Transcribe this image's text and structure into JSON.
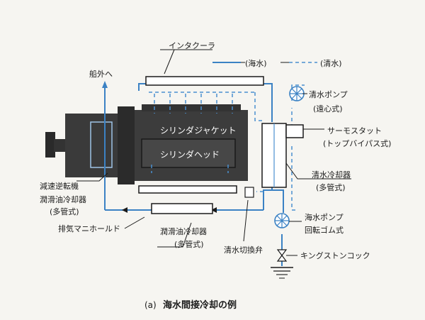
{
  "labels": {
    "intercooler": "インタクーラ",
    "to_outboard": "船外へ",
    "legend_sea": "(海水)",
    "legend_fresh": "(清水)",
    "fw_pump": "清水ポンプ",
    "fw_pump_type": "(遠心式)",
    "thermostat": "サーモスタット",
    "thermostat_type": "(トップバイパス式)",
    "cylinder_jacket": "シリンダジャケット",
    "cylinder_head": "シリンダヘッド",
    "fw_cooler": "清水冷却器",
    "fw_cooler_type": "(多管式)",
    "reduction_gear": "減速逆転機",
    "lo_cooler_left": "潤滑油冷却器",
    "lo_cooler_left_type": "(多管式)",
    "exhaust_manifold": "排気マニホールド",
    "lo_cooler_bottom": "潤滑油冷却器",
    "lo_cooler_bottom_type": "(多管式)",
    "sw_pump": "海水ポンプ",
    "sw_pump_type": "回転ゴム式",
    "fw_changeover_valve": "清水切換弁",
    "kingston_cock": "キングストンコック",
    "caption_prefix": "(a)",
    "caption": "海水間接冷却の例"
  },
  "colors": {
    "engine": "#3a3a3a",
    "engine_dark": "#262626",
    "sea_water": "#3b82c4",
    "fresh_water": "#4a90d0",
    "line": "#1a1a1a"
  }
}
